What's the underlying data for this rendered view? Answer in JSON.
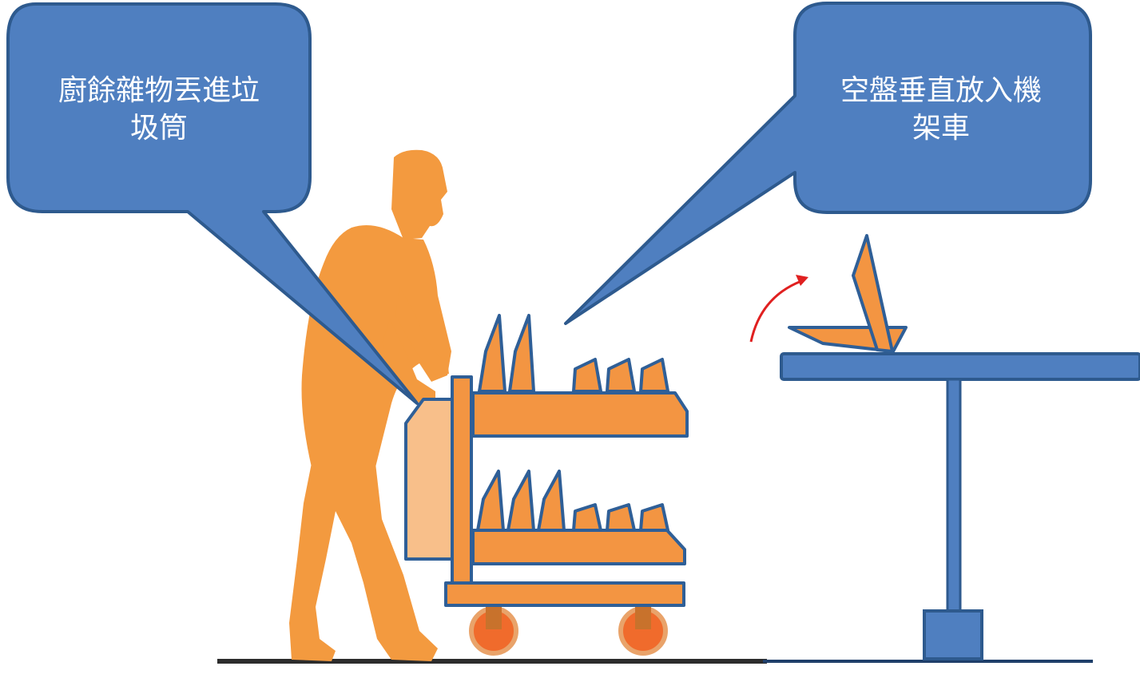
{
  "colors": {
    "callout_fill": "#4f7fc0",
    "callout_stroke": "#2e5a8e",
    "person_color": "#f39a3f",
    "cart_fill": "#f39542",
    "cart_stroke": "#2f5f97",
    "bin_fill": "#f8bf8a",
    "wheel_color": "#f06b2c",
    "table_fill": "#4f7fc0",
    "floor_color": "#2c2c2c",
    "arrow_color": "#e02020"
  },
  "callouts": {
    "left": {
      "line1": "廚餘雜物丟進垃",
      "line2": "圾筒"
    },
    "right": {
      "line1": "空盤垂直放入機",
      "line2": "架車"
    }
  },
  "icons": {
    "person": "person-pushing-cart-silhouette",
    "cart": "dish-rack-cart",
    "bin": "trash-bin",
    "table": "table",
    "tray": "tray",
    "arrow": "curved-arrow-icon"
  }
}
